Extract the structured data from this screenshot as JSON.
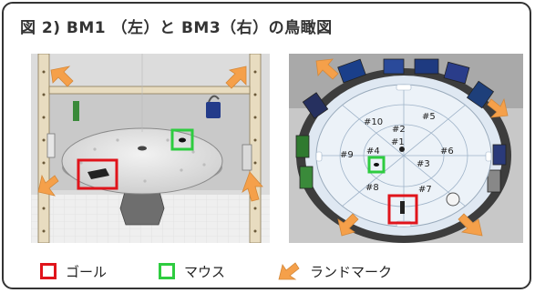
{
  "title": "図 2) BM1 （左）と BM3（右）の鳥瞰図",
  "right_labels": [
    "#10",
    "#5",
    "#2",
    "#1",
    "#9",
    "#4",
    "#6",
    "#3",
    "#8",
    "#7"
  ],
  "legend": {
    "goal_label": "ゴール",
    "mouse_label": "マウス",
    "landmark_label": "ランドマーク"
  },
  "colors": {
    "goal": "#e0141b",
    "mouse": "#2ecc40",
    "landmark": "#f5a04a",
    "border": "#333333"
  }
}
